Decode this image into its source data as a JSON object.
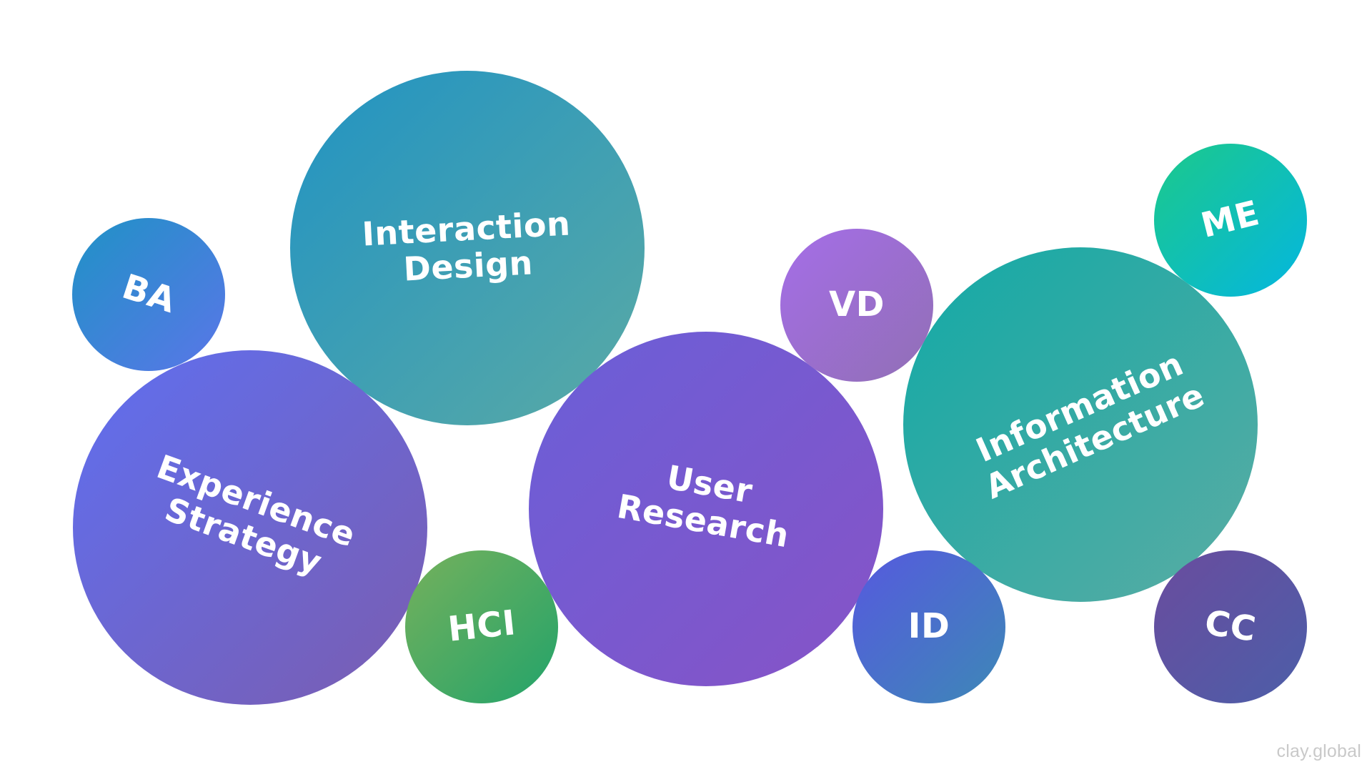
{
  "diagram": {
    "bubbles": [
      {
        "id": "interaction-design",
        "lines": [
          "Interaction",
          "Design"
        ],
        "size": "large",
        "colors": [
          "#2193c3",
          "#5aaaa5"
        ]
      },
      {
        "id": "experience-strategy",
        "lines": [
          "Experience",
          "Strategy"
        ],
        "size": "large",
        "colors": [
          "#5f6ff0",
          "#7a5db0"
        ]
      },
      {
        "id": "user-research",
        "lines": [
          "User",
          "Research"
        ],
        "size": "large",
        "colors": [
          "#6a5fd8",
          "#8753c6"
        ]
      },
      {
        "id": "information-architecture",
        "lines": [
          "Information",
          "Architecture"
        ],
        "size": "large",
        "colors": [
          "#12a9a6",
          "#5aaca3"
        ]
      },
      {
        "id": "ba",
        "lines": [
          "BA"
        ],
        "size": "small",
        "colors": [
          "#1f92c6",
          "#5a76e8"
        ]
      },
      {
        "id": "vd",
        "lines": [
          "VD"
        ],
        "size": "small",
        "colors": [
          "#a56ee8",
          "#916fb5"
        ]
      },
      {
        "id": "me",
        "lines": [
          "ME"
        ],
        "size": "small",
        "colors": [
          "#1cc98a",
          "#04b6e0"
        ]
      },
      {
        "id": "hci",
        "lines": [
          "HCI"
        ],
        "size": "small",
        "colors": [
          "#76b15c",
          "#22a36a"
        ]
      },
      {
        "id": "id",
        "lines": [
          "ID"
        ],
        "size": "small",
        "colors": [
          "#5659df",
          "#3d88b6"
        ]
      },
      {
        "id": "cc",
        "lines": [
          "CC"
        ],
        "size": "small",
        "colors": [
          "#6a4c9e",
          "#4c5ea8"
        ]
      }
    ]
  },
  "watermark": "clay.global",
  "colors": {
    "background": "#ffffff",
    "label": "#ffffff",
    "watermark": "#c9c9c9"
  }
}
